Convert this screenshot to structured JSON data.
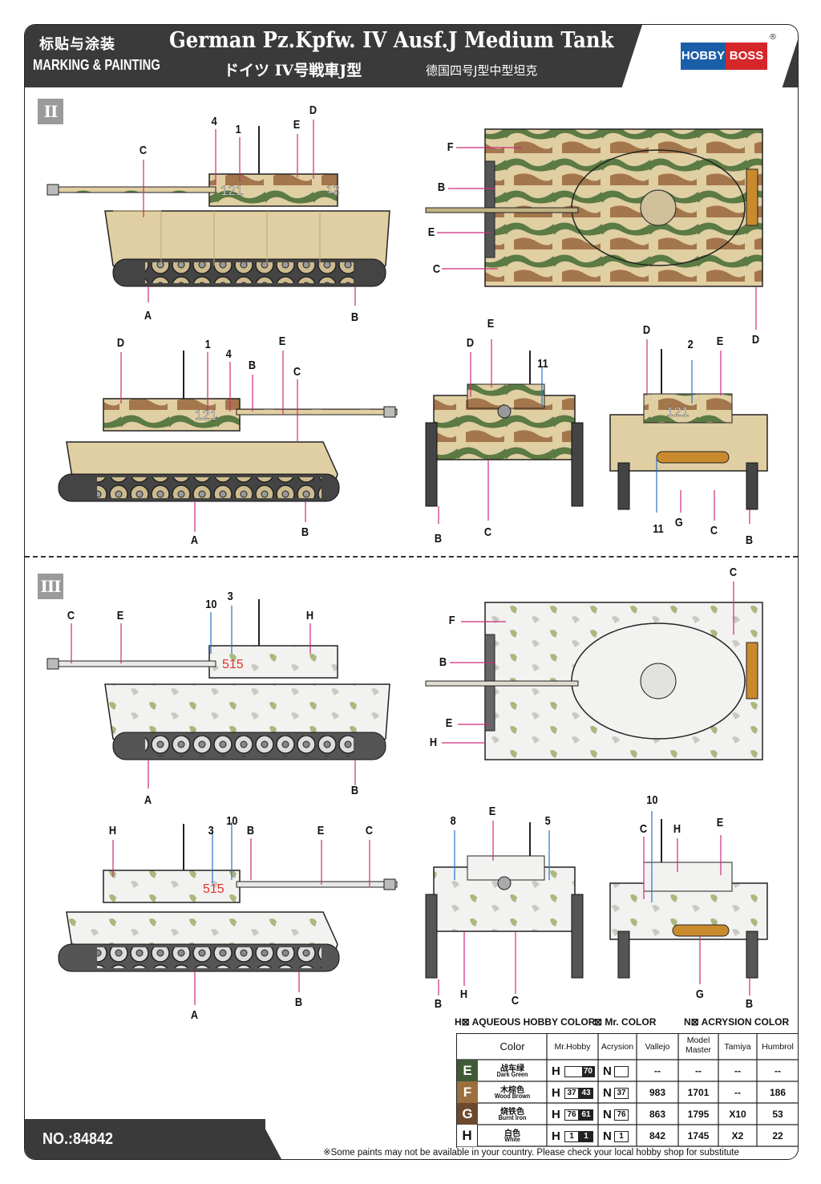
{
  "header": {
    "cn_title": "标贴与涂装",
    "marking_painting": "MARKING & PAINTING",
    "title": "German Pz.Kpfw. IV Ausf.J Medium Tank",
    "jp_title": "ドイツ IV号戦車J型",
    "cn_subtitle": "德国四号J型中型坦克",
    "brand_left": "HOBBY",
    "brand_right": "BOSS",
    "registered": "®"
  },
  "sections": [
    {
      "badge": "II"
    },
    {
      "badge": "III"
    }
  ],
  "colors": {
    "header_bg": "#3a3a3a",
    "dunkelgelb": "#e0cfa3",
    "dark_green": "#5b7a44",
    "wood_brown": "#a3764b",
    "winter_white": "#f0f0ee",
    "tank_outline": "#222222",
    "tool_orange": "#c98a2e",
    "callout_line": "#cc2a7a",
    "callout_line_blue": "#2a6fc9"
  },
  "callouts": {
    "s2_side_left": [
      "4",
      "1",
      "C",
      "E",
      "D",
      "A",
      "B"
    ],
    "s2_top": [
      "F",
      "B",
      "E",
      "C",
      "D"
    ],
    "s2_side_right": [
      "D",
      "1",
      "4",
      "B",
      "E",
      "C",
      "A",
      "B"
    ],
    "s2_front": [
      "E",
      "D",
      "11",
      "B",
      "C"
    ],
    "s2_rear": [
      "D",
      "2",
      "E",
      "11",
      "G",
      "C",
      "B"
    ],
    "s3_side_left": [
      "10",
      "3",
      "C",
      "E",
      "H",
      "A",
      "B"
    ],
    "s3_top": [
      "C",
      "F",
      "B",
      "E",
      "H"
    ],
    "s3_side_right": [
      "H",
      "3",
      "10",
      "B",
      "E",
      "C",
      "A",
      "B"
    ],
    "s3_front": [
      "8",
      "E",
      "5",
      "B",
      "H",
      "C"
    ],
    "s3_rear": [
      "10",
      "C",
      "H",
      "E",
      "G",
      "B"
    ]
  },
  "turret_numbers": {
    "s2_a": "121",
    "s2_b": "12",
    "s2_c": "121",
    "s2_d": "121",
    "s3_a": "515",
    "s3_b": "515"
  },
  "legend": {
    "aqueous": "H⊠ AQUEOUS HOBBY COLOR",
    "mr": "⊠ Mr. COLOR",
    "acrysion": "N⊠ ACRYSION COLOR"
  },
  "table": {
    "headers": [
      "Color",
      "Mr.Hobby",
      "Acrysion",
      "Vallejo",
      "Model Master",
      "Tamiya",
      "Humbrol"
    ],
    "rows": [
      {
        "letter": "E",
        "letter_bg": "#3f5a36",
        "cn": "战车绿",
        "en": "Dark Green",
        "h": "H",
        "h_codes": [
          "70"
        ],
        "n": "N",
        "n_code": "",
        "vallejo": "--",
        "mm": "--",
        "tamiya": "--",
        "humbrol": "--"
      },
      {
        "letter": "F",
        "letter_bg": "#9b6f3f",
        "cn": "木棕色",
        "en": "Wood Brown",
        "h": "H",
        "h_codes": [
          "37",
          "43"
        ],
        "n": "N",
        "n_code": "37",
        "vallejo": "983",
        "mm": "1701",
        "tamiya": "--",
        "humbrol": "186"
      },
      {
        "letter": "G",
        "letter_bg": "#6d4a2e",
        "cn": "烧铁色",
        "en": "Burnt Iron",
        "h": "H",
        "h_codes": [
          "76",
          "61"
        ],
        "n": "N",
        "n_code": "76",
        "vallejo": "863",
        "mm": "1795",
        "tamiya": "X10",
        "humbrol": "53"
      },
      {
        "letter": "H",
        "letter_bg": "#ffffff",
        "cn": "白色",
        "en": "White",
        "h": "H",
        "h_codes": [
          "1",
          "1"
        ],
        "n": "N",
        "n_code": "1",
        "vallejo": "842",
        "mm": "1745",
        "tamiya": "X2",
        "humbrol": "22"
      }
    ]
  },
  "footer": {
    "number": "NO.:84842",
    "note": "※Some paints may not be available in your country. Please check your local hobby shop for substitute"
  }
}
